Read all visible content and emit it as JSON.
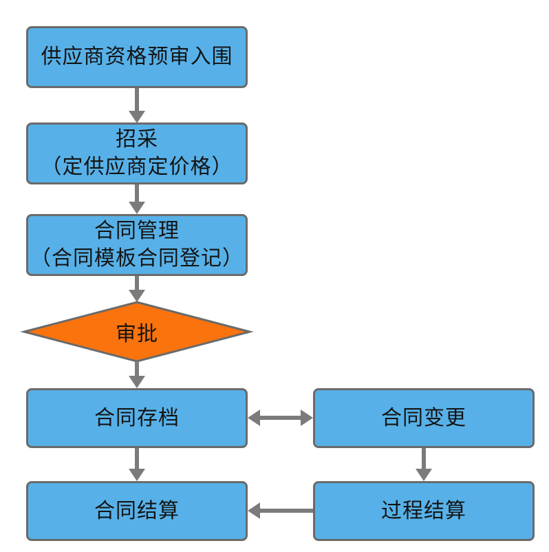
{
  "colors": {
    "node_fill_blue": "#57b1e8",
    "node_fill_orange": "#fa730d",
    "node_border": "#6a6a6a",
    "arrow": "#7b7b7b",
    "text": "#141414",
    "background": "#ffffff"
  },
  "diagram": {
    "type": "flowchart",
    "nodes": {
      "prequalification": {
        "label": "供应商资格预审入围",
        "shape": "rounded-rect",
        "fill": "#57b1e8"
      },
      "procurement": {
        "label": "招采",
        "sublabel": "（定供应商定价格）",
        "shape": "rounded-rect",
        "fill": "#57b1e8"
      },
      "contract_management": {
        "label": "合同管理",
        "sublabel": "（合同模板合同登记）",
        "shape": "rounded-rect",
        "fill": "#57b1e8"
      },
      "approval": {
        "label": "审批",
        "shape": "diamond",
        "fill": "#fa730d"
      },
      "contract_archive": {
        "label": "合同存档",
        "shape": "rounded-rect",
        "fill": "#57b1e8"
      },
      "contract_change": {
        "label": "合同变更",
        "shape": "rounded-rect",
        "fill": "#57b1e8"
      },
      "contract_settlement": {
        "label": "合同结算",
        "shape": "rounded-rect",
        "fill": "#57b1e8"
      },
      "process_settlement": {
        "label": "过程结算",
        "shape": "rounded-rect",
        "fill": "#57b1e8"
      }
    },
    "edges": [
      {
        "from": "prequalification",
        "to": "procurement",
        "style": "arrow"
      },
      {
        "from": "procurement",
        "to": "contract_management",
        "style": "arrow"
      },
      {
        "from": "contract_management",
        "to": "approval",
        "style": "arrow"
      },
      {
        "from": "approval",
        "to": "contract_archive",
        "style": "arrow"
      },
      {
        "from": "contract_archive",
        "to": "contract_change",
        "style": "double-arrow"
      },
      {
        "from": "contract_archive",
        "to": "contract_settlement",
        "style": "arrow"
      },
      {
        "from": "contract_change",
        "to": "process_settlement",
        "style": "arrow"
      },
      {
        "from": "process_settlement",
        "to": "contract_settlement",
        "style": "arrow"
      }
    ]
  }
}
